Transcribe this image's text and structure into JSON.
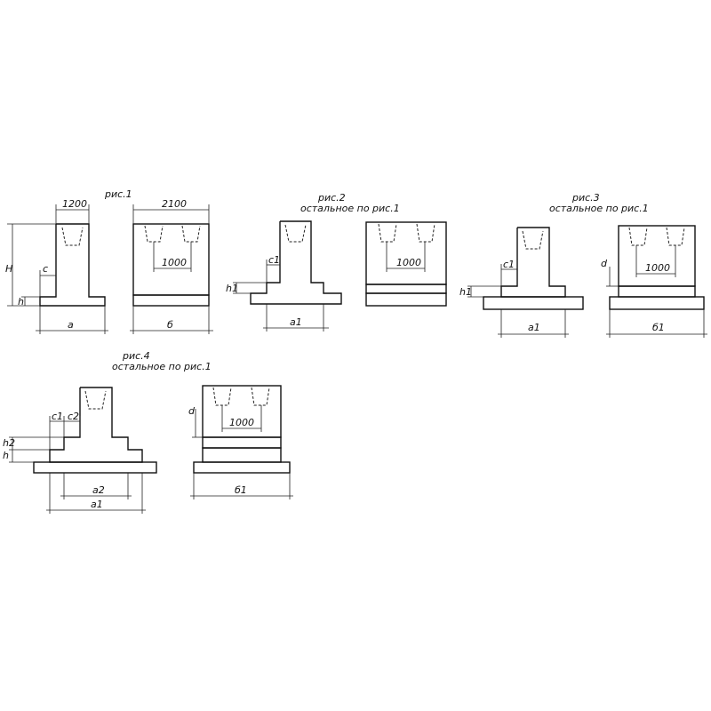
{
  "captions": {
    "fig1": "рис.1",
    "fig2": "рис.2",
    "fig2_sub": "остальное по рис.1",
    "fig3": "рис.3",
    "fig3_sub": "остальное по рис.1",
    "fig4": "рис.4",
    "fig4_sub": "остальное по рис.1"
  },
  "dims": {
    "d1200": "1200",
    "d2100": "2100",
    "d1000": "1000",
    "H": "H",
    "h": "h",
    "c": "c",
    "a": "a",
    "b": "б",
    "h1": "h1",
    "c1": "c1",
    "c2": "c2",
    "a1": "a1",
    "a2": "a2",
    "b1": "б1",
    "d": "d",
    "h2": "h2"
  }
}
